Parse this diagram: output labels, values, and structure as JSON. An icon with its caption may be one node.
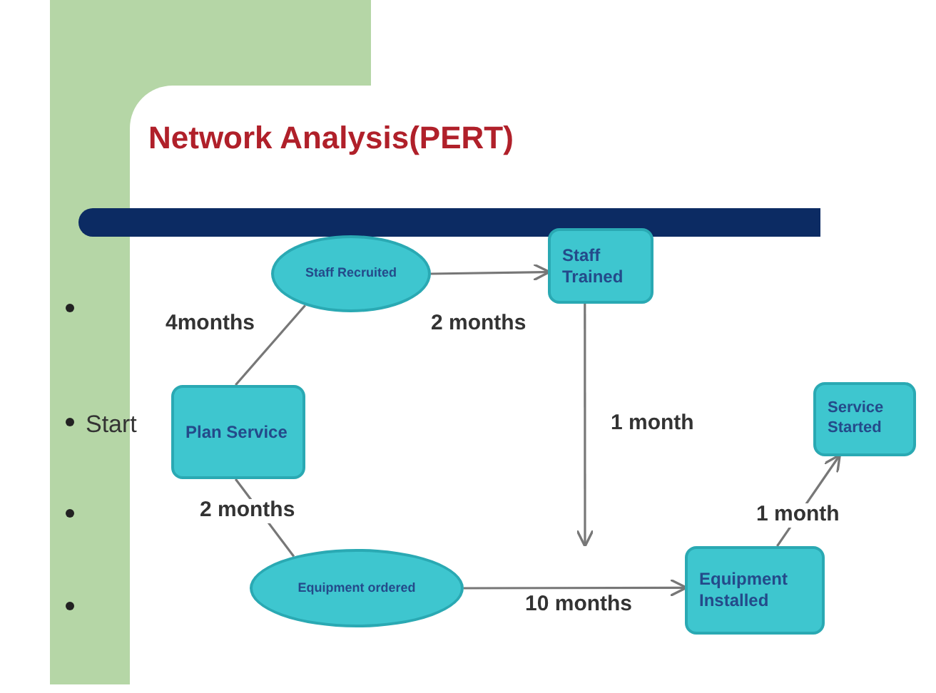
{
  "diagram": {
    "title": "Network Analysis(PERT)",
    "nodes": [
      {
        "text": [
          "Plan Service"
        ]
      },
      {
        "text": [
          "Staff Recruited"
        ]
      },
      {
        "text": [
          "Staff Trained"
        ]
      },
      {
        "text": [
          "Equipment ordered"
        ]
      },
      {
        "text": [
          "Equipment Installed"
        ]
      },
      {
        "text": [
          "Service Started"
        ]
      }
    ],
    "edges": [
      {
        "from": 0,
        "to": 1,
        "arrow": "none",
        "label": "4months"
      },
      {
        "from": 1,
        "to": 2,
        "arrow": "to",
        "label": "2 months"
      },
      {
        "from": 2,
        "to": null,
        "arrow": "to",
        "label": "1 month"
      },
      {
        "from": 0,
        "to": 3,
        "arrow": "none",
        "label": "2 months"
      },
      {
        "from": 3,
        "to": 4,
        "arrow": "to",
        "label": "10 months"
      },
      {
        "from": 4,
        "to": 5,
        "arrow": "to",
        "label": "1 month"
      }
    ],
    "labels": [
      "Start"
    ]
  }
}
